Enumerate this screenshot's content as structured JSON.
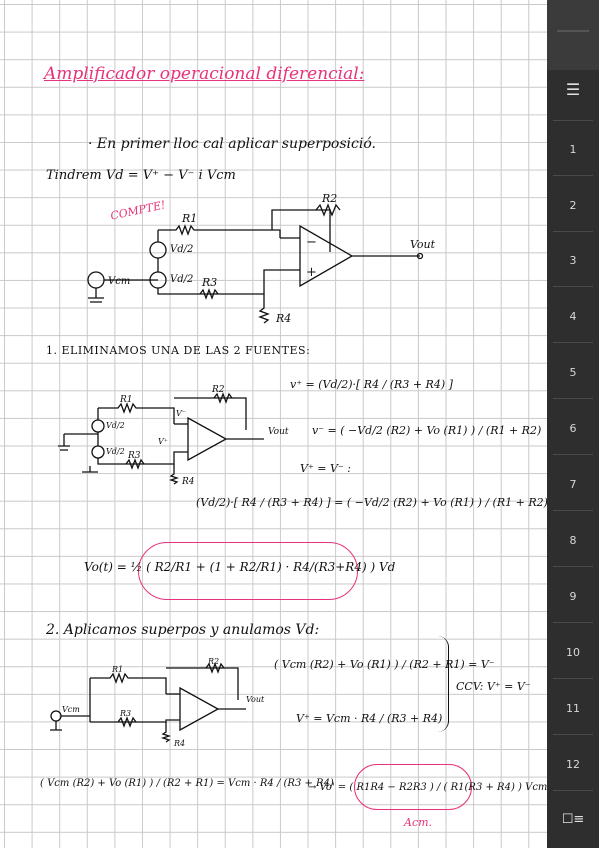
{
  "note": {
    "title": "Amplificador operacional diferencial:",
    "intro_line": "· En primer lloc cal aplicar superposició.",
    "def_line": "Tindrem Vd = V⁺ − V⁻ i Vcm",
    "circuit1": {
      "r2": "R2",
      "r1": "R1",
      "r3": "R3",
      "r4": "R4",
      "vd_top": "Vd/2",
      "vd_bot": "Vd/2",
      "vcm": "Vcm",
      "vout": "Vout",
      "minus": "−",
      "plus": "+",
      "annotation": "COMPTE!"
    },
    "step1": {
      "heading": "1. ELIMINAMOS UNA DE LAS 2 FUENTES:",
      "vplus_eq": "v⁺ = (Vd/2)·[ R4 / (R3 + R4) ]",
      "vminus_eq": "v⁻ = ( −Vd/2 (R2) + Vo (R1) ) / (R1 + R2)",
      "equal": "V⁺ = V⁻ :",
      "combined_eq": "(Vd/2)·[ R4 / (R3 + R4) ] = ( −Vd/2 (R2) + Vo (R1) ) / (R1 + R2)",
      "result_eq": "Vo(t) = ½ ( R2/R1 + (1 + R2/R1) · R4/(R3+R4) ) Vd",
      "labels": {
        "r2": "R2",
        "r1": "R1",
        "r3": "R3",
        "r4": "R4",
        "vd_top": "Vd/2",
        "vd_bot": "Vd/2",
        "vminus": "V⁻",
        "vplus": "V⁺",
        "vout": "Vout"
      }
    },
    "step2": {
      "heading": "2. Aplicamos superpos y anulamos Vd:",
      "vminus_eq": "( Vcm (R2) + Vo (R1) ) / (R2 + R1) = V⁻",
      "vplus_eq": "V⁺ = Vcm · R4 / (R3 + R4)",
      "ccv": "CCV: V⁺ = V⁻",
      "final_left": "( Vcm (R2) + Vo (R1) ) / (R2 + R1) = Vcm · R4 / (R3 + R4)",
      "final_right": "→  Vo' = ( R1R4 − R2R3 ) / ( R1(R3 + R4) ) Vcm",
      "acm": "Acm.",
      "labels": {
        "r2": "R2",
        "r1": "R1",
        "r3": "R3",
        "r4": "R4",
        "vcm": "Vcm",
        "vout": "Vout"
      }
    }
  },
  "sidebar": {
    "outline_icon": "list-icon",
    "pages": [
      "1",
      "2",
      "3",
      "4",
      "5",
      "6",
      "7",
      "8",
      "9",
      "10",
      "11",
      "12"
    ],
    "bottom_icon": "checklist-icon"
  },
  "colors": {
    "ink": "#111111",
    "accent": "#e8327a",
    "sidebar": "#2e2e2e",
    "grid": "#c9c9c9"
  }
}
